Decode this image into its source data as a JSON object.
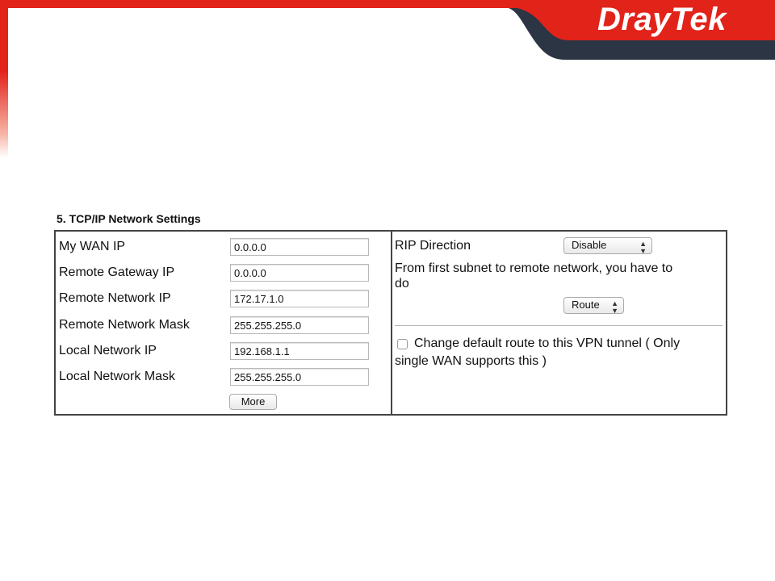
{
  "brand": {
    "logo_text": "DrayTek",
    "accent_red": "#e2231a",
    "accent_navy": "#2b3544"
  },
  "section": {
    "title": "5. TCP/IP Network Settings"
  },
  "left": {
    "fields": [
      {
        "label": "My WAN IP",
        "value": "0.0.0.0"
      },
      {
        "label": "Remote Gateway IP",
        "value": "0.0.0.0"
      },
      {
        "label": "Remote Network IP",
        "value": "172.17.1.0"
      },
      {
        "label": "Remote Network Mask",
        "value": "255.255.255.0"
      },
      {
        "label": "Local Network IP",
        "value": "192.168.1.1"
      },
      {
        "label": "Local Network Mask",
        "value": "255.255.255.0"
      }
    ],
    "more_button": "More"
  },
  "right": {
    "rip_label": "RIP Direction",
    "rip_value": "Disable",
    "subnet_text_line1": "From first subnet to remote network, you have to",
    "subnet_text_line2": "do",
    "route_value": "Route",
    "default_route_line1": "Change default route to this VPN tunnel ( Only",
    "default_route_line2": "single WAN supports this )",
    "default_route_checked": false
  }
}
